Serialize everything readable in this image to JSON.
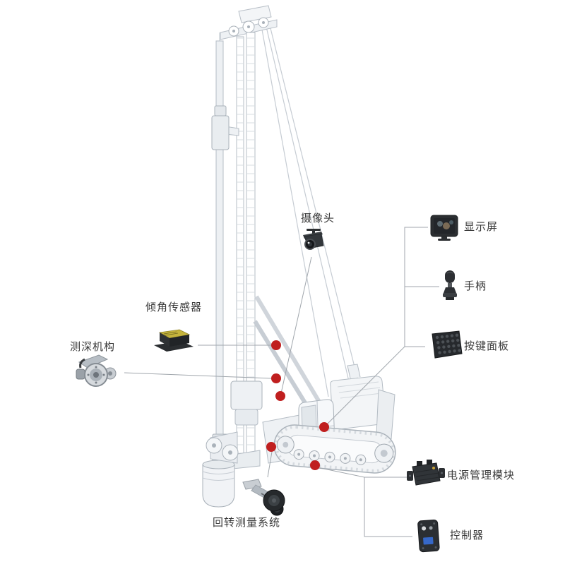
{
  "diagram": {
    "type": "annotated-equipment-diagram",
    "subject": "rotary-drilling-rig",
    "colors": {
      "background": "#ffffff",
      "marker_dot": "#c01f1f",
      "callout_line": "#a0a6ac",
      "machine_line": "#aab2ba",
      "label_text": "#3a3a3a"
    }
  },
  "components": {
    "camera": {
      "label": "摄像头"
    },
    "display": {
      "label": "显示屏"
    },
    "handle": {
      "label": "手柄"
    },
    "keypad": {
      "label": "按键面板"
    },
    "tilt_sensor": {
      "label": "倾角传感器"
    },
    "depth_gauge": {
      "label": "测深机构"
    },
    "rotary_system": {
      "label": "回转测量系统"
    },
    "power_module": {
      "label": "电源管理模块"
    },
    "controller": {
      "label": "控制器"
    }
  }
}
